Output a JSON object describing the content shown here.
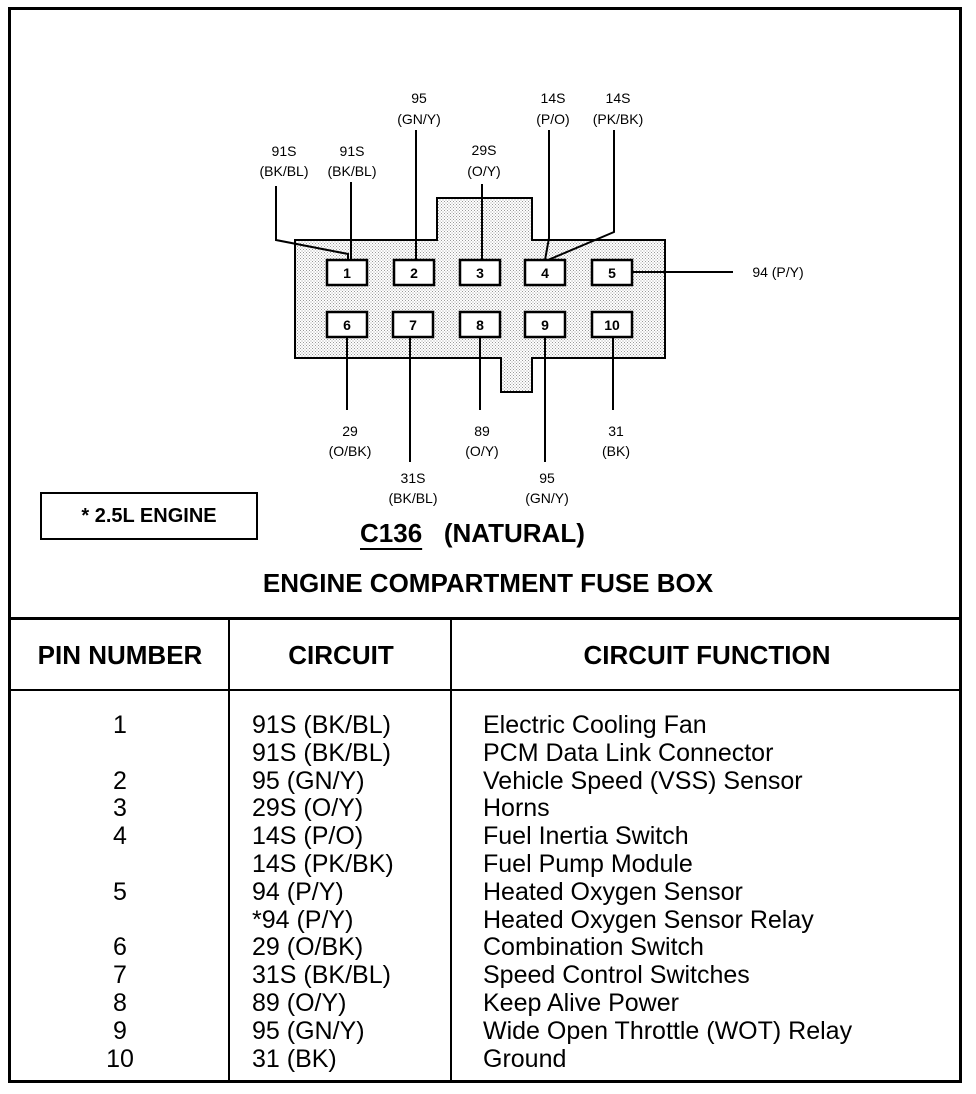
{
  "connector": {
    "id": "C136",
    "type_label": "(NATURAL)",
    "location": "ENGINE COMPARTMENT FUSE BOX",
    "note": "* 2.5L ENGINE",
    "pins": [
      "1",
      "2",
      "3",
      "4",
      "5",
      "6",
      "7",
      "8",
      "9",
      "10"
    ],
    "wire_labels": [
      {
        "circuit": "91S",
        "color": "(BK/BL)"
      },
      {
        "circuit": "91S",
        "color": "(BK/BL)"
      },
      {
        "circuit": "95",
        "color": "(GN/Y)"
      },
      {
        "circuit": "29S",
        "color": "(O/Y)"
      },
      {
        "circuit": "14S",
        "color": "(P/O)"
      },
      {
        "circuit": "14S",
        "color": "(PK/BK)"
      },
      {
        "circuit": "94 (P/Y)",
        "color": ""
      },
      {
        "circuit": "29",
        "color": "(O/BK)"
      },
      {
        "circuit": "31S",
        "color": "(BK/BL)"
      },
      {
        "circuit": "89",
        "color": "(O/Y)"
      },
      {
        "circuit": "95",
        "color": "(GN/Y)"
      },
      {
        "circuit": "31",
        "color": "(BK)"
      }
    ]
  },
  "table": {
    "headers": [
      "PIN NUMBER",
      "CIRCUIT",
      "CIRCUIT FUNCTION"
    ],
    "rows": [
      {
        "pin": "1",
        "circuit": "91S (BK/BL)",
        "function": "Electric Cooling Fan"
      },
      {
        "pin": "",
        "circuit": "91S (BK/BL)",
        "function": "PCM Data Link Connector"
      },
      {
        "pin": "2",
        "circuit": "95 (GN/Y)",
        "function": "Vehicle Speed (VSS) Sensor"
      },
      {
        "pin": "3",
        "circuit": "29S (O/Y)",
        "function": "Horns"
      },
      {
        "pin": "4",
        "circuit": "14S (P/O)",
        "function": "Fuel Inertia Switch"
      },
      {
        "pin": "",
        "circuit": "14S (PK/BK)",
        "function": "Fuel Pump Module"
      },
      {
        "pin": "5",
        "circuit": "94 (P/Y)",
        "function": "Heated Oxygen Sensor"
      },
      {
        "pin": "",
        "circuit": "*94 (P/Y)",
        "function": "Heated Oxygen Sensor Relay"
      },
      {
        "pin": "6",
        "circuit": "29 (O/BK)",
        "function": "Combination Switch"
      },
      {
        "pin": "7",
        "circuit": "31S (BK/BL)",
        "function": "Speed Control Switches"
      },
      {
        "pin": "8",
        "circuit": "89 (O/Y)",
        "function": "Keep Alive Power"
      },
      {
        "pin": "9",
        "circuit": "95 (GN/Y)",
        "function": "Wide Open Throttle (WOT) Relay"
      },
      {
        "pin": "10",
        "circuit": "31 (BK)",
        "function": "Ground"
      }
    ]
  }
}
